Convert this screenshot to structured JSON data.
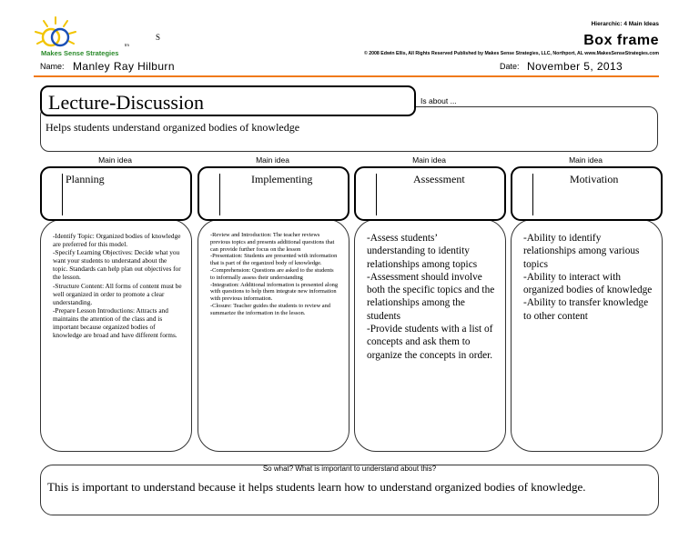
{
  "header": {
    "brand": "Makes Sense Strategies",
    "tm": "tm",
    "small_s": "S",
    "hierarchic": "Hierarchic: 4 Main Ideas",
    "doc_title": "Box frame",
    "copyright": "© 2008 Edwin Ellis, All Rights Reserved   Published by Makes Sense Strategies, LLC, Northport, AL   www.MakesSenseStrategies.com",
    "name_label": "Name:",
    "name_value": "Manley Ray Hilburn",
    "date_label": "Date:",
    "date_value": "November 5, 2013",
    "colors": {
      "rule": "#f07a1a",
      "brand": "#2a8a2a",
      "logo_yellow": "#f2c400",
      "logo_blue": "#1a4fb5"
    }
  },
  "topic": {
    "title": "Lecture-Discussion",
    "is_about_label": "Is about ...",
    "description": "Helps students understand organized bodies of knowledge"
  },
  "main_ideas": [
    {
      "label": "Main idea",
      "title": "Planning",
      "details": [
        "-Identify Topic: Organized bodies of knowledge are preferred for this model.",
        "-Specify Learning Objectives: Decide what you want your students to understand about the topic. Standards can help plan out objectives for the lesson.",
        "-Structure Content: All forms of content must be well organized in order to promote a clear understanding.",
        "-Prepare Lesson Introductions: Attracts and maintains the attention of the class and is important because organized bodies of knowledge are broad and have different forms."
      ]
    },
    {
      "label": "Main idea",
      "title": "Implementing",
      "details": [
        "-Review and Introduction: The teacher reviews previous topics and presents additional questions that can provide further focus on the lesson",
        "-Presentation: Students are presented with information that is part of the organized body of knowledge.",
        "-Comprehension: Questions are asked to the students to informally assess their understanding",
        "-Integration: Additional information is presented along with questions to help them integrate new information with previous information.",
        "-Closure: Teacher guides the students to review and summarize the information in the lesson."
      ]
    },
    {
      "label": "Main idea",
      "title": "Assessment",
      "details": [
        "-Assess students’ understanding to identity relationships among topics",
        "-Assessment should involve both the specific topics and the relationships among the students",
        "-Provide students with a list of concepts and ask them to organize the concepts in order."
      ]
    },
    {
      "label": "Main idea",
      "title": "Motivation",
      "details": [
        "-Ability to identify relationships among various topics",
        "-Ability to interact with organized bodies of knowledge",
        "-Ability to transfer knowledge to other content"
      ]
    }
  ],
  "so_what": {
    "label": "So what? What is important to understand about this?",
    "text": "This is important to understand because it helps students learn how to understand organized bodies of knowledge."
  }
}
